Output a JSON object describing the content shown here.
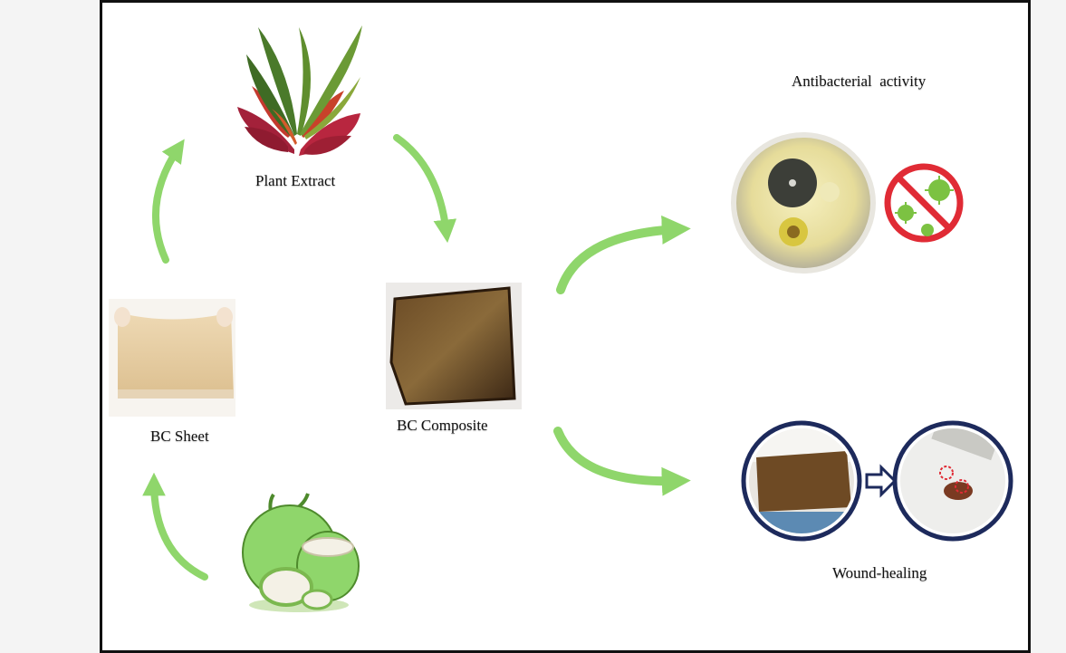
{
  "labels": {
    "plant_extract": "Plant Extract",
    "bc_sheet": "BC Sheet",
    "bc_composite": "BC Composite",
    "antibacterial": "Antibacterial  activity",
    "wound_healing": "Wound-healing"
  },
  "icons": {
    "plant": "croton-plant-icon",
    "coconut": "coconut-icon",
    "bc_sheet": "bc-sheet-image",
    "bc_composite": "bc-composite-image",
    "petri_dish": "petri-dish-image",
    "no_virus": "no-virus-icon",
    "wound_before": "wound-before-image",
    "wound_after": "wound-after-image"
  },
  "colors": {
    "arrow": "#8fd66b",
    "frame": "#111111",
    "ring": "#1d2a5c",
    "prohibit": "#e02b35",
    "virus": "#7cc242"
  }
}
